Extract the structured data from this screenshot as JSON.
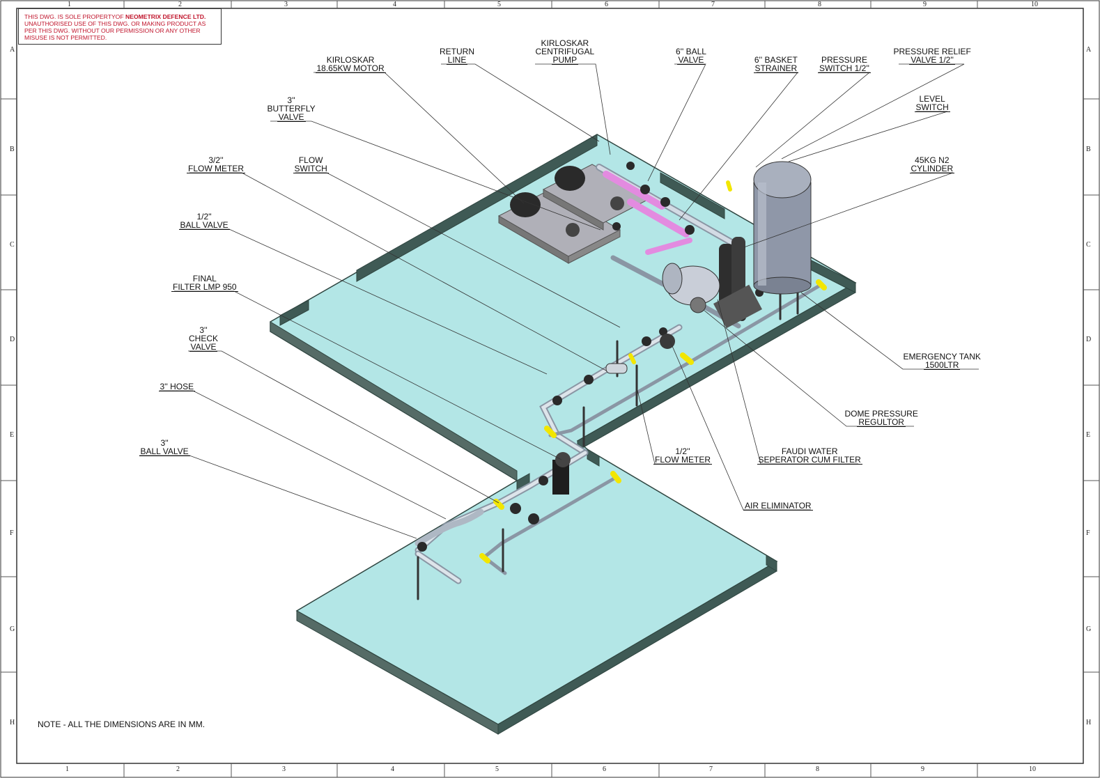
{
  "notice": {
    "line1_prefix": "THIS DWG. IS SOLE PROPERTYOF ",
    "company": "NEOMETRIX DEFENCE LTD.",
    "body": "UNAUTHORISED USE OF THIS DWG. OR MAKING PRODUCT AS PER THIS DWG. WITHOUT OUR PERMISSION OR ANY OTHER MISUSE IS NOT PERMITTED."
  },
  "grid": {
    "columns": [
      "1",
      "2",
      "3",
      "4",
      "5",
      "6",
      "7",
      "8",
      "9",
      "10"
    ],
    "rows": [
      "A",
      "B",
      "C",
      "D",
      "E",
      "F",
      "G",
      "H"
    ]
  },
  "callouts": {
    "kirloskar_motor": [
      "KIRLOSKAR",
      "18.65KW MOTOR"
    ],
    "return_line": [
      "RETURN",
      "LINE"
    ],
    "kirloskar_pump": [
      "KIRLOSKAR",
      "CENTRIFUGAL",
      "PUMP"
    ],
    "ball_valve_6": [
      "6'' BALL",
      "VALVE"
    ],
    "basket_strainer": [
      "6'' BASKET",
      "STRAINER"
    ],
    "pressure_switch": [
      "PRESSURE",
      "SWITCH 1/2''"
    ],
    "pressure_relief": [
      "PRESSURE RELIEF",
      "VALVE 1/2''"
    ],
    "level_switch": [
      "LEVEL",
      "SWITCH"
    ],
    "n2_cylinder": [
      "45KG N2",
      "CYLINDER"
    ],
    "butterfly_valve": [
      "3''",
      "BUTTERFLY",
      "VALVE"
    ],
    "flow_meter_32": [
      "3/2''",
      "FLOW METER"
    ],
    "flow_switch": [
      "FLOW",
      "SWITCH"
    ],
    "ball_valve_half": [
      "1/2''",
      "BALL VALVE"
    ],
    "final_filter": [
      "FINAL",
      "FILTER LMP 950"
    ],
    "check_valve": [
      "3''",
      "CHECK",
      "VALVE"
    ],
    "hose": [
      "3'' HOSE"
    ],
    "ball_valve_3": [
      "3''",
      "BALL VALVE"
    ],
    "emergency_tank": [
      "EMERGENCY TANK",
      "1500LTR"
    ],
    "dome_regulator": [
      "DOME PRESSURE",
      "REGULTOR"
    ],
    "flow_meter_half": [
      "1/2''",
      "FLOW METER"
    ],
    "faudi_filter": [
      "FAUDI WATER",
      "SEPERATOR CUM FILTER"
    ],
    "air_eliminator": [
      "AIR ELIMINATOR"
    ]
  },
  "note": "NOTE - ALL THE DIMENSIONS ARE IN MM.",
  "colors": {
    "platform_fill": "#b3e6e6",
    "wall": "#3f5a55",
    "pipe": "#c9d3de",
    "fitting_yellow": "#f2e600",
    "fitting_pink": "#e38be0",
    "notice_red": "#c0142b"
  }
}
